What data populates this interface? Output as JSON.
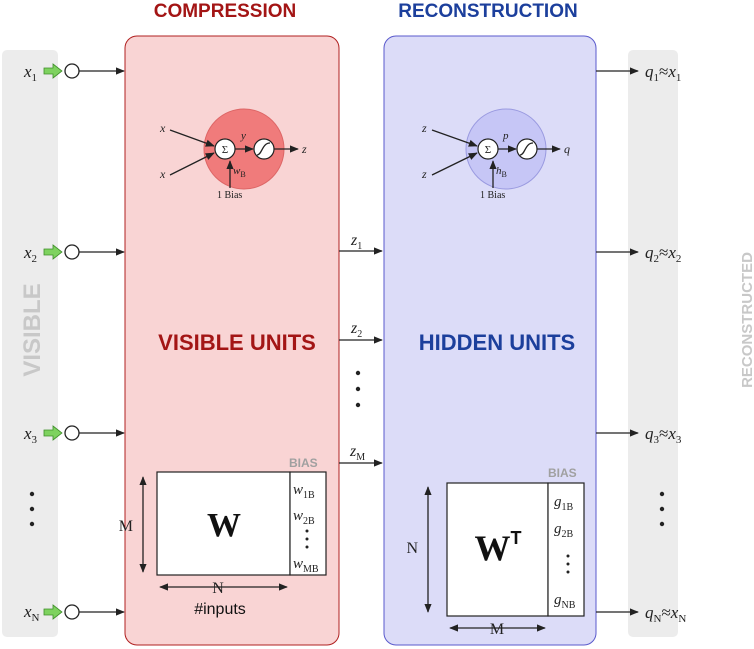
{
  "headers": {
    "compression": "COMPRESSION",
    "reconstruction": "RECONSTRUCTION"
  },
  "side_labels": {
    "visible": "VISIBLE",
    "reconstructed": "RECONSTRUCTED"
  },
  "units": {
    "visible": "VISIBLE UNITS",
    "hidden": "HIDDEN UNITS"
  },
  "inputs": [
    {
      "base": "x",
      "sub": "1"
    },
    {
      "base": "x",
      "sub": "2"
    },
    {
      "base": "x",
      "sub": "3"
    },
    {
      "base": "x",
      "sub": "N"
    }
  ],
  "hidden_outputs": [
    {
      "base": "z",
      "sub": "1"
    },
    {
      "base": "z",
      "sub": "2"
    },
    {
      "base": "z",
      "sub": "M"
    }
  ],
  "reconstructed": [
    {
      "base": "q",
      "sub": "1",
      "target": "x",
      "tsub": "1"
    },
    {
      "base": "q",
      "sub": "2",
      "target": "x",
      "tsub": "2"
    },
    {
      "base": "q",
      "sub": "3",
      "target": "x",
      "tsub": "3"
    },
    {
      "base": "q",
      "sub": "N",
      "target": "x",
      "tsub": "N"
    }
  ],
  "approx": "≈",
  "compression_neuron": {
    "in1": "x",
    "in2": "x",
    "sum": "Σ",
    "mid": "y",
    "out": "z",
    "weight": "w",
    "weight_sub": "B",
    "bias": "1  Bias"
  },
  "reconstruction_neuron": {
    "in1": "z",
    "in2": "z",
    "sum": "Σ",
    "mid": "p",
    "out": "q",
    "weight": "h",
    "weight_sub": "B",
    "bias": "1  Bias"
  },
  "weight_matrix": {
    "label": "W",
    "bias_label": "BIAS",
    "rows_label": "M",
    "cols_label": "N",
    "cols_caption": "#inputs",
    "bias_entries": [
      {
        "base": "w",
        "sub": "1B"
      },
      {
        "base": "w",
        "sub": "2B"
      },
      {
        "base": "w",
        "sub": "MB"
      }
    ]
  },
  "transpose_matrix": {
    "label": "W",
    "sup": "T",
    "bias_label": "BIAS",
    "rows_label": "N",
    "cols_label": "M",
    "bias_entries": [
      {
        "base": "g",
        "sub": "1B"
      },
      {
        "base": "g",
        "sub": "2B"
      },
      {
        "base": "g",
        "sub": "NB"
      }
    ]
  },
  "colors": {
    "compression_header": "#a31515",
    "reconstruction_header": "#1c3f9c",
    "compression_fill": "#f9d4d4",
    "compression_stroke": "#b02020",
    "reconstruction_fill": "#dcdcf8",
    "reconstruction_stroke": "#5a5acc",
    "side_panel": "#ececec",
    "neuron_red": "#f07b7b",
    "neuron_blue": "#c6c6f6",
    "arrow_green": "#7ed25f"
  }
}
